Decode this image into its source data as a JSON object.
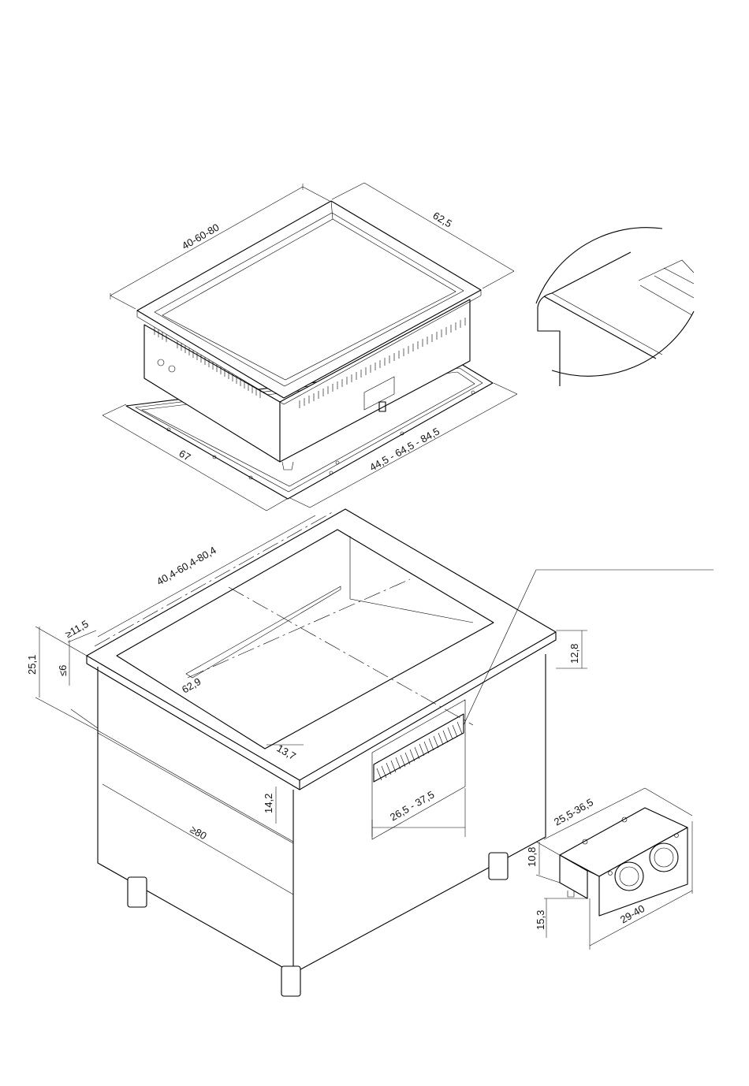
{
  "dimensions": {
    "top_width": "40-60-80",
    "top_depth": "62,5",
    "frame_depth": "67",
    "frame_width": "44,5 - 64,5 - 84,5",
    "cutout_width": "40,4-60,4-80,4",
    "counter_height": "25,1",
    "min_edge": "≥11,5",
    "max_thickness": "≤6",
    "cutout_depth": "62,9",
    "front_offset": "13,7",
    "front_height": "14,2",
    "cabinet_width": "≥80",
    "right_height": "12,8",
    "vent_width": "26,5 - 37,5",
    "box_depth": "25,5-36,5",
    "box_height": "10,8",
    "box_offset": "15,3",
    "box_width": "29-40"
  },
  "colors": {
    "line": "#000000",
    "background": "#ffffff"
  }
}
